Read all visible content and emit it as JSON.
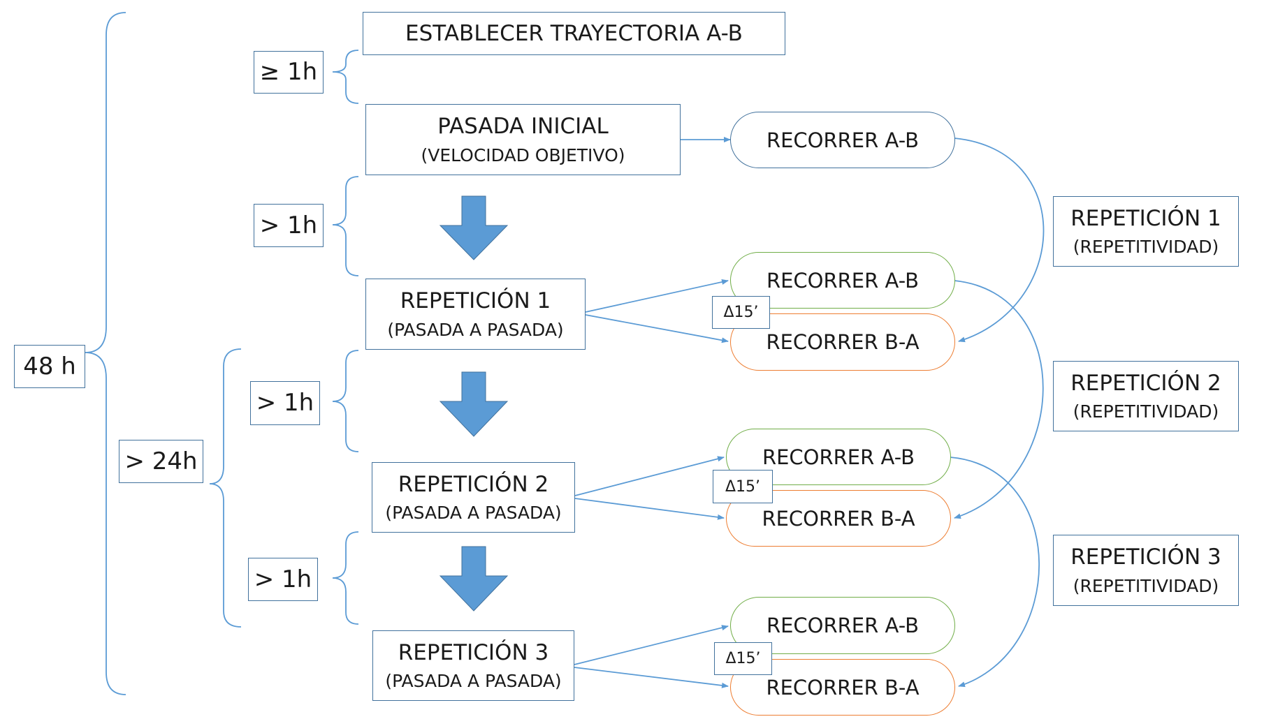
{
  "left": {
    "total": "48 h",
    "span": "> 24h"
  },
  "times": {
    "t_setup": "≥ 1h",
    "t_1": "> 1h",
    "t_2": "> 1h",
    "t_3": "> 1h"
  },
  "steps": {
    "setup": "ESTABLECER TRAYECTORIA A-B",
    "initial_title": "PASADA INICIAL",
    "initial_sub": "(VELOCIDAD OBJETIVO)",
    "rep1_title": "REPETICIÓN 1",
    "rep2_title": "REPETICIÓN 2",
    "rep3_title": "REPETICIÓN 3",
    "rep_sub": "(PASADA A PASADA)"
  },
  "routes": {
    "ab": "RECORRER A-B",
    "ba": "RECORRER B-A",
    "delta": "Δ15’"
  },
  "repeatability": {
    "r1_title": "REPETICIÓN 1",
    "r2_title": "REPETICIÓN 2",
    "r3_title": "REPETICIÓN 3",
    "sub": "(REPETITIVIDAD)"
  },
  "colors": {
    "line": "#5b9bd5",
    "box_border": "#41719c",
    "arrow_fill": "#5b9bd5",
    "green": "#70ad47",
    "orange": "#ed7d31"
  }
}
